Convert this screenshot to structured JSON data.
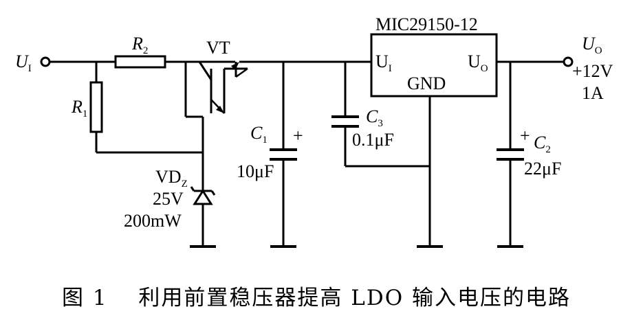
{
  "ic_label": "MIC29150-12",
  "ic_pins": {
    "ui": "U",
    "ui_sub": "I",
    "uo": "U",
    "uo_sub": "O",
    "gnd": "GND"
  },
  "input": {
    "name": "U",
    "sub": "I"
  },
  "output": {
    "name": "U",
    "sub": "O",
    "voltage": "+12V",
    "current": "1A"
  },
  "r1": {
    "name": "R",
    "sub": "1"
  },
  "r2": {
    "name": "R",
    "sub": "2"
  },
  "vt": "VT",
  "vdz": {
    "name": "VD",
    "sub": "Z",
    "voltage": "25V",
    "power": "200mW"
  },
  "c1": {
    "name": "C",
    "sub": "1",
    "value": "10μF",
    "polarity": "+"
  },
  "c3": {
    "name": "C",
    "sub": "3",
    "value": "0.1μF"
  },
  "c2": {
    "name": "C",
    "sub": "2",
    "value": "22μF",
    "polarity": "+"
  },
  "caption": "图 1　 利用前置稳压器提高 LDO 输入电压的电路"
}
